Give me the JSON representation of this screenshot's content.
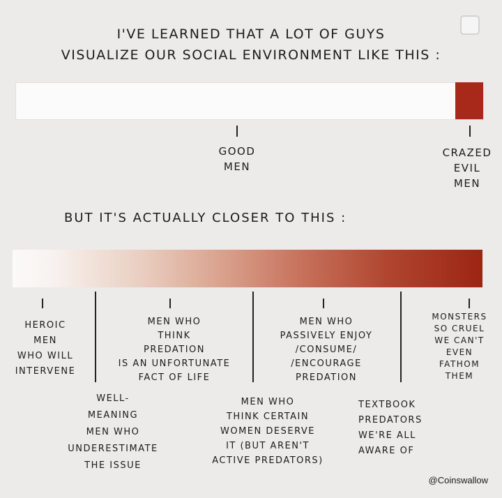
{
  "title": {
    "line1": "I'VE LEARNED THAT A LOT OF GUYS",
    "line2": "VISUALIZE OUR SOCIAL ENVIRONMENT LIKE THIS :"
  },
  "first_bar": {
    "labels": {
      "good_men": "GOOD\nMEN",
      "crazed_evil_men": "CRAZED\nEVIL\nMEN"
    },
    "colors": {
      "white": "#fbfbfb",
      "red": "#a8281a"
    }
  },
  "second_heading": "BUT IT'S ACTUALLY CLOSER TO THIS :",
  "second_bar": {
    "gradient_start": "#fbfaf9",
    "gradient_end": "#9c2513",
    "labels": {
      "heroic": "HEROIC\nMEN\nWHO WILL\nINTERVENE",
      "think_predation": "MEN WHO\nTHINK\nPREDATION\nIS AN UNFORTUNATE\nFACT OF LIFE",
      "passively_enjoy": "MEN WHO\nPASSIVELY ENJOY\n/CONSUME/\n/ENCOURAGE\nPREDATION",
      "monsters": "MONSTERS\nSO CRUEL\nWE CAN'T\nEVEN\nFATHOM\nTHEM",
      "well_meaning": "WELL-\nMEANING\nMEN WHO\nUNDERESTIMATE\nTHE ISSUE",
      "women_deserve": "MEN WHO\nTHINK CERTAIN\nWOMEN DESERVE\nIT (BUT AREN'T\nACTIVE PREDATORS)",
      "textbook": "TEXTBOOK\nPREDATORS\nWE'RE ALL\nAWARE OF"
    }
  },
  "credit": "@Coinswallow"
}
